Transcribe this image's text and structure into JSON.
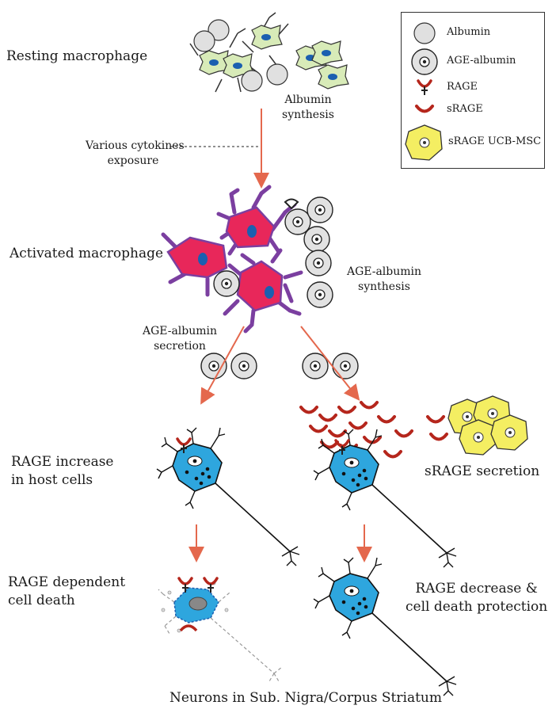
{
  "stages": {
    "resting": "Resting macrophage",
    "albumin_synthesis": [
      "Albumin",
      "synthesis"
    ],
    "cytokines": [
      "Various cytokines",
      "exposure"
    ],
    "activated": "Activated macrophage",
    "age_albumin_synthesis": [
      "AGE-albumin",
      "synthesis"
    ],
    "age_albumin_secretion": [
      "AGE-albumin",
      "secretion"
    ],
    "rage_increase": [
      "RAGE increase",
      "in host cells"
    ],
    "srage_secretion": "sRAGE secretion",
    "rage_death": [
      "RAGE dependent",
      "cell death"
    ],
    "rage_decrease": [
      "RAGE decrease &",
      "cell death protection"
    ],
    "footer": "Neurons in Sub. Nigra/Corpus Striatum"
  },
  "legend": {
    "items": [
      {
        "label": "Albumin",
        "icon": "albumin-icon"
      },
      {
        "label": "AGE-albumin",
        "icon": "age-albumin-icon"
      },
      {
        "label": "RAGE",
        "icon": "rage-receptor-icon"
      },
      {
        "label": "sRAGE",
        "icon": "srage-icon"
      },
      {
        "label": "sRAGE UCB-MSC",
        "icon": "srage-ucb-msc-icon"
      }
    ]
  },
  "colors": {
    "arrow": "#e4684d",
    "activated_macrophage": "#e8275a",
    "activated_outline": "#7b3fa0",
    "resting_macrophage": "#d8ebb8",
    "nucleus": "#1b5fb0",
    "neuron": "#2ea6de",
    "srage": "#b5261c",
    "msc": "#f4ee62",
    "albumin": "#e0e0e0"
  }
}
